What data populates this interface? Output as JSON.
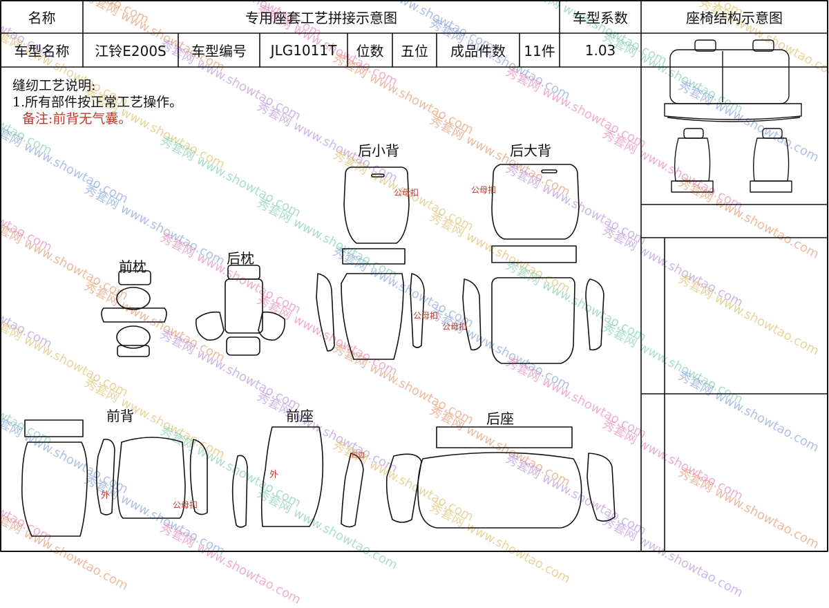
{
  "header": {
    "name_label": "名称",
    "title": "专用座套工艺拼接示意图",
    "coef_label": "车型系数",
    "struct_label": "座椅结构示意图"
  },
  "info": {
    "model_name_label": "车型名称",
    "model_name": "江铃E200S",
    "model_no_label": "车型编号",
    "model_no": "JLG1011T",
    "seats_label": "位数",
    "seats": "五位",
    "pieces_label": "成品件数",
    "pieces": "11件",
    "coef": "1.03"
  },
  "notes": {
    "heading": "缝纫工艺说明:",
    "item1": "1.所有部件按正常工艺操作。",
    "remark": "备注:前背无气囊。"
  },
  "parts": {
    "rear_small_back": "后小背",
    "rear_large_back": "后大背",
    "front_pillow": "前枕",
    "rear_pillow": "后枕",
    "front_back": "前背",
    "front_seat": "前座",
    "rear_seat": "后座"
  },
  "annotations": {
    "snap": "公母扣",
    "outer": "外",
    "wrap": "包边"
  },
  "watermark": {
    "brand": "秀套网",
    "url": "www.showtao.com"
  },
  "colors": {
    "annotation": "#c0392b",
    "line": "#111111"
  }
}
